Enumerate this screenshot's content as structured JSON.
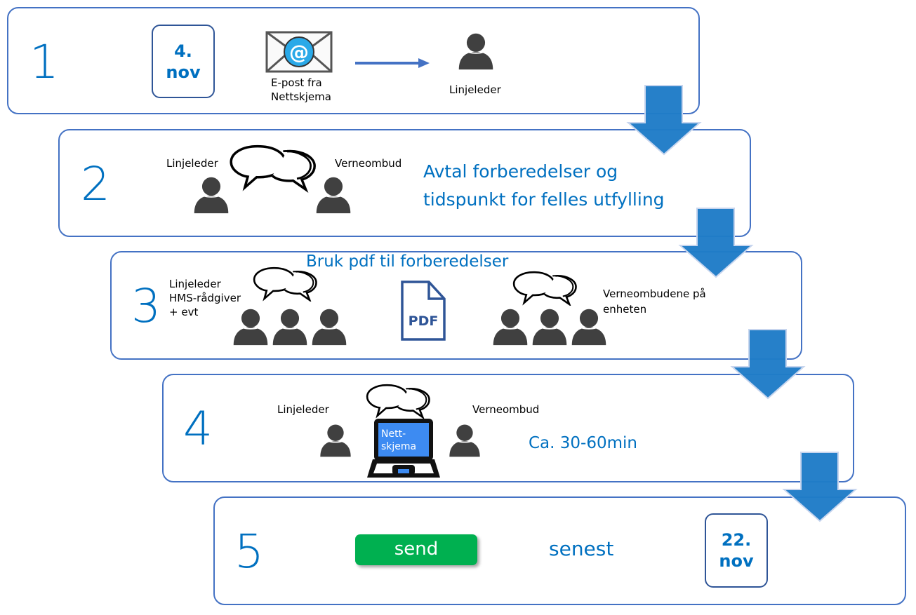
{
  "colors": {
    "accent_blue": "#0070C0",
    "box_border": "#4472C4",
    "arrow_fill": "#1F7CC7",
    "send_green": "#00B050",
    "person_gray": "#404040"
  },
  "steps": [
    {
      "number": "1",
      "date": {
        "day": "4.",
        "month": "nov"
      },
      "email_label_line1": "E-post fra",
      "email_label_line2": "Nettskjema",
      "recipient_label": "Linjeleder",
      "icons": [
        "calendar-date-badge",
        "email-at-icon",
        "right-arrow-icon",
        "person-icon"
      ]
    },
    {
      "number": "2",
      "left_person_label": "Linjeleder",
      "right_person_label": "Verneombud",
      "text_line1": "Avtal forberedelser og",
      "text_line2": "tidspunkt for felles utfylling",
      "icons": [
        "person-icon",
        "speech-bubbles-icon",
        "person-icon"
      ]
    },
    {
      "number": "3",
      "title": "Bruk pdf til forberedelser",
      "left_group_line1": "Linjeleder",
      "left_group_line2": "HMS-rådgiver",
      "left_group_line3": "+ evt",
      "pdf_label": "PDF",
      "right_group_line1": "Verneombudene på",
      "right_group_line2": "enheten",
      "icons": [
        "people-group-icon",
        "speech-bubbles-icon",
        "pdf-file-icon",
        "people-group-icon",
        "speech-bubbles-icon"
      ]
    },
    {
      "number": "4",
      "left_person_label": "Linjeleder",
      "right_person_label": "Verneombud",
      "laptop_screen_line1": "Nett-",
      "laptop_screen_line2": "skjema",
      "duration": "Ca. 30-60min",
      "icons": [
        "person-icon",
        "speech-bubbles-icon",
        "laptop-icon",
        "person-icon"
      ]
    },
    {
      "number": "5",
      "send_label": "send",
      "deadline_label": "senest",
      "date": {
        "day": "22.",
        "month": "nov"
      }
    }
  ],
  "flow_arrows": [
    "down-arrow-1-2",
    "down-arrow-2-3",
    "down-arrow-3-4",
    "down-arrow-4-5"
  ]
}
